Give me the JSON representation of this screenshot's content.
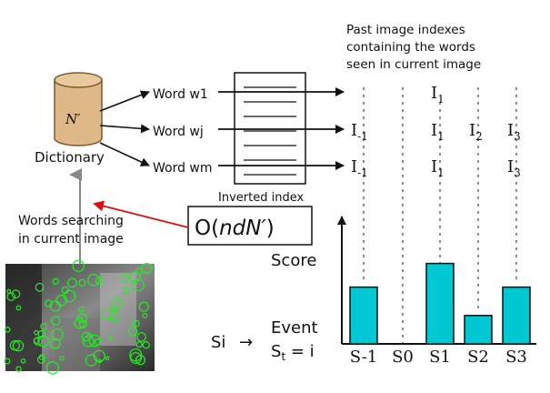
{
  "dictionary": {
    "symbol": "N′",
    "label": "Dictionary"
  },
  "words": [
    {
      "label": "Word w1"
    },
    {
      "label": "Word wj"
    },
    {
      "label": "Word wm"
    }
  ],
  "inverted_index": {
    "label": "Inverted index"
  },
  "past_images": {
    "caption_lines": [
      "Past image indexes",
      "containing the words",
      "seen in current image"
    ],
    "row1": {
      "i1": "I",
      "i1_sub": "1"
    },
    "row2": {
      "im1": "I",
      "im1_sub": "-1",
      "i1": "I",
      "i1_sub": "1",
      "i2": "I",
      "i2_sub": "2",
      "i3": "I",
      "i3_sub": "3"
    },
    "row3": {
      "im1": "I",
      "im1_sub": "-1",
      "i1": "I",
      "i1_sub": "1",
      "i3": "I",
      "i3_sub": "3"
    }
  },
  "complexity": {
    "prefix": "O(",
    "expr": "ndN′",
    "suffix": ")"
  },
  "search_caption": [
    "Words searching",
    "in current image"
  ],
  "chart_data": {
    "type": "bar",
    "ylabel": "Score",
    "categories": [
      "S-1",
      "S0",
      "S1",
      "S2",
      "S3"
    ],
    "values": [
      0.48,
      0.0,
      0.68,
      0.24,
      0.48
    ],
    "bar_color": "#00c8d2"
  },
  "event": {
    "si": "Si",
    "arrow": "→",
    "line1": "Event",
    "line2_main": "S",
    "line2_sub": "t",
    "line2_tail": " = i"
  },
  "colors": {
    "dictionary_fill": "#deb887",
    "dictionary_stroke": "#7a5a30",
    "red_arrow": "#dd1111",
    "feature_green": "#22ee22"
  }
}
